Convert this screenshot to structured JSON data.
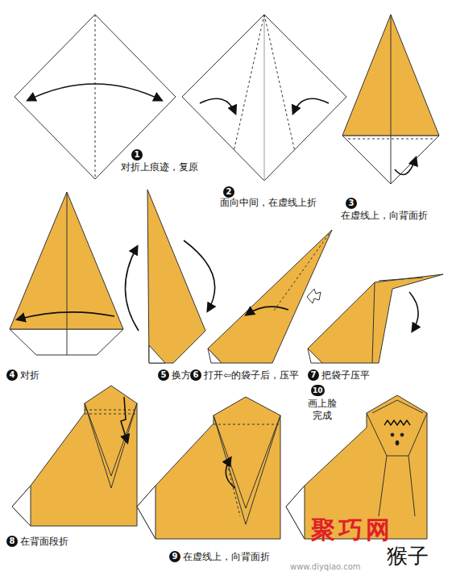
{
  "diagram": {
    "title": "猴子",
    "labels": [
      "1",
      "对折上痕迹，复原",
      "2",
      "面向中间，在虚线上折",
      "3",
      "在虚线上，向背面折",
      "4",
      "对折",
      "5",
      "换方向",
      "6",
      "打开⇦的袋子后，压平",
      "7",
      "把袋子压平",
      "8",
      "在背面段折",
      "9",
      "在虚线上，向背面折",
      "10",
      "画上脸",
      "完成",
      "聚巧网",
      "www.diyqiao.com"
    ]
  }
}
